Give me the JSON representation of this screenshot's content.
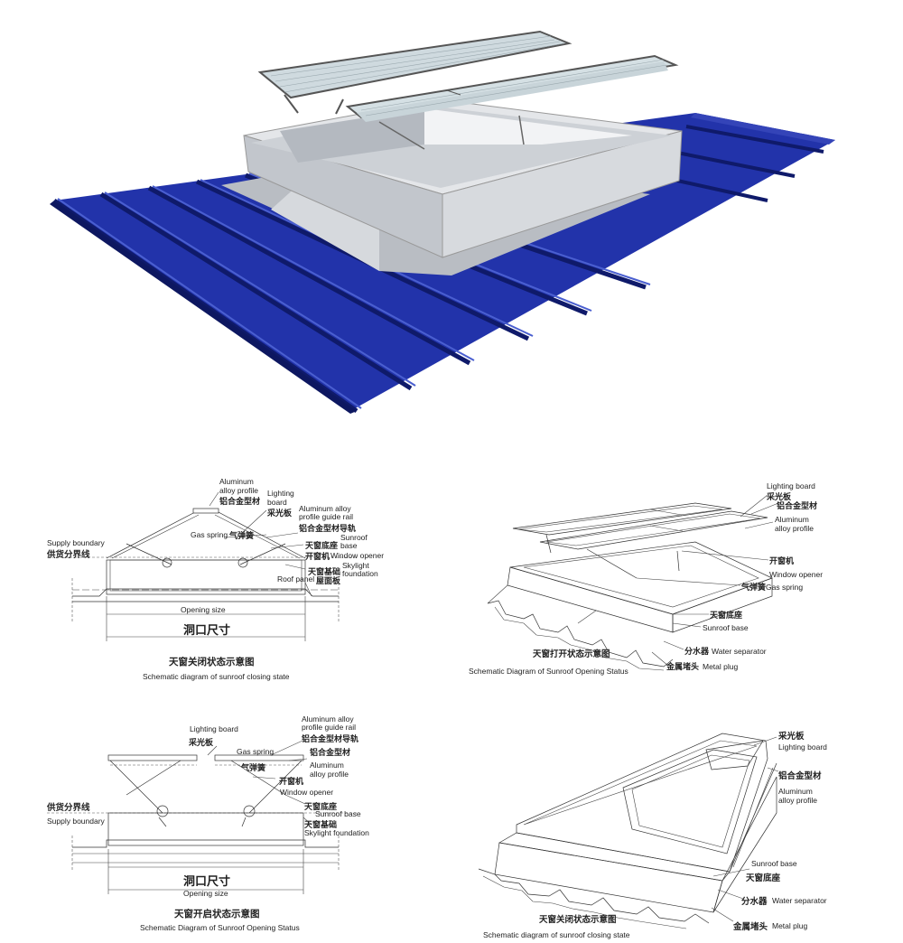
{
  "hero": {},
  "closing_section": {
    "labels": {
      "aluminum_profile_en": "Aluminum alloy profile",
      "aluminum_profile_en1": "Aluminum",
      "aluminum_profile_en2": "alloy profile",
      "aluminum_profile_cn": "铝合金型材",
      "lighting_board_en1": "Lighting",
      "lighting_board_en2": "board",
      "lighting_board_cn": "采光板",
      "guide_rail_en1": "Aluminum alloy",
      "guide_rail_en2": "profile guide rail",
      "guide_rail_cn": "铝合金型材导轨",
      "supply_boundary_en": "Supply boundary",
      "supply_boundary_cn": "供货分界线",
      "gas_spring_en": "Gas spring",
      "gas_spring_cn": "气弹簧",
      "sunroof_base_cn": "天窗底座",
      "window_opener_cn": "开窗机",
      "window_opener_en": "Window opener",
      "skylight_foundation_cn": "天窗基础",
      "skylight_foundation_en1": "Skylight",
      "skylight_foundation_en2": "foundation",
      "roof_panel_en": "Roof panel",
      "roof_panel_cn": "屋面板",
      "sunroof_en1": "Sunroof",
      "sunroof_en2": "base",
      "opening_size_en": "Opening size",
      "opening_size_cn": "洞口尺寸"
    },
    "caption_cn": "天窗关闭状态示意图",
    "caption_en": "Schematic diagram of sunroof closing state"
  },
  "opening_3d_section": {
    "labels": {
      "lighting_board_en": "Lighting board",
      "lighting_board_cn": "采光板",
      "aluminum_profile_cn": "铝合金型材",
      "aluminum_profile_en1": "Aluminum",
      "aluminum_profile_en2": "alloy profile",
      "window_opener_cn": "开窗机",
      "window_opener_en": "Window opener",
      "gas_spring_cn": "气弹簧",
      "gas_spring_en": "Gas spring",
      "sunroof_base_cn": "天窗底座",
      "sunroof_base_en": "Sunroof base",
      "water_separator_cn": "分水器",
      "water_separator_en": "Water separator",
      "metal_plug_cn": "金属堵头",
      "metal_plug_en": "Metal plug"
    },
    "caption_cn": "天窗打开状态示意图",
    "caption_en": "Schematic Diagram of Sunroof Opening Status"
  },
  "opening_section": {
    "labels": {
      "lighting_board_en": "Lighting board",
      "lighting_board_cn": "采光板",
      "guide_rail_en1": "Aluminum alloy",
      "guide_rail_en2": "profile guide rail",
      "guide_rail_cn": "铝合金型材导轨",
      "gas_spring_en": "Gas spring",
      "gas_spring_cn": "气弹簧",
      "aluminum_profile_cn": "铝合金型材",
      "aluminum_profile_en1": "Aluminum",
      "aluminum_profile_en2": "alloy profile",
      "window_opener_cn": "开窗机",
      "window_opener_en": "Window opener",
      "supply_boundary_cn": "供货分界线",
      "supply_boundary_en": "Supply boundary",
      "sunroof_base_cn": "天窗底座",
      "sunroof_base_en": "Sunroof base",
      "skylight_foundation_cn": "天窗基础",
      "skylight_foundation_en": "Skylight foundation",
      "opening_size_cn": "洞口尺寸",
      "opening_size_en": "Opening size"
    },
    "caption_cn": "天窗开启状态示意图",
    "caption_en": "Schematic Diagram of Sunroof Opening Status"
  },
  "closing_3d_section": {
    "labels": {
      "lighting_board_cn": "采光板",
      "lighting_board_en": "Lighting board",
      "aluminum_profile_cn": "铝合金型材",
      "aluminum_profile_en1": "Aluminum",
      "aluminum_profile_en2": "alloy profile",
      "sunroof_base_en": "Sunroof base",
      "sunroof_base_cn": "天窗底座",
      "water_separator_cn": "分水器",
      "water_separator_en": "Water separator",
      "metal_plug_cn": "金属堵头",
      "metal_plug_en": "Metal plug"
    },
    "caption_cn": "天窗关闭状态示意图",
    "caption_en": "Schematic diagram of sunroof closing state"
  },
  "colors": {
    "roof_blue": "#1f2fa3",
    "roof_dark": "#12207a",
    "base_grey": "#c9cdd3",
    "glass": "#d7e2e6"
  }
}
